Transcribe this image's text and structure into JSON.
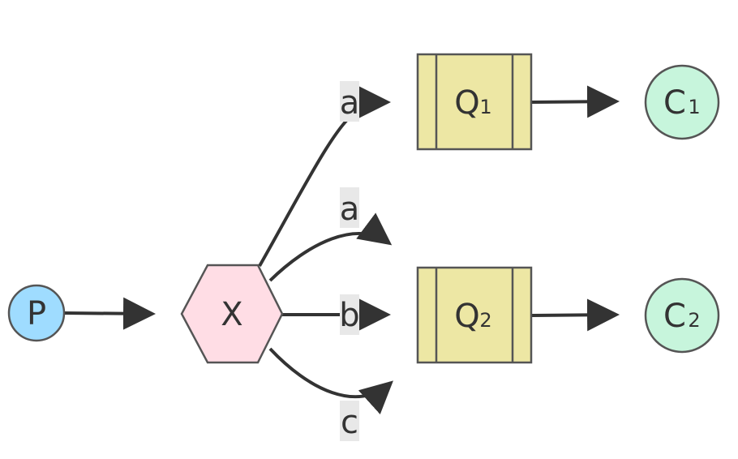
{
  "nodes": {
    "producer": {
      "label": "P",
      "color": "#9fdcff"
    },
    "exchange": {
      "label": "X",
      "color": "#ffdde5"
    },
    "queue1": {
      "label": "Q",
      "sub": "1",
      "color": "#ede7a4"
    },
    "queue2": {
      "label": "Q",
      "sub": "2",
      "color": "#ede7a4"
    },
    "consumer1": {
      "label": "C",
      "sub": "1",
      "color": "#c7f5dc"
    },
    "consumer2": {
      "label": "C",
      "sub": "2",
      "color": "#c7f5dc"
    }
  },
  "edges": [
    {
      "from": "P",
      "to": "X",
      "label": ""
    },
    {
      "from": "X",
      "to": "Q1",
      "label": "a"
    },
    {
      "from": "X",
      "to": "Q2",
      "label": "a"
    },
    {
      "from": "X",
      "to": "Q2",
      "label": "b"
    },
    {
      "from": "X",
      "to": "Q2",
      "label": "c"
    },
    {
      "from": "Q1",
      "to": "C1",
      "label": ""
    },
    {
      "from": "Q2",
      "to": "C2",
      "label": ""
    }
  ],
  "colors": {
    "edge": "#333333",
    "stroke": "#555555",
    "label_bg": "#e8e8e8"
  }
}
